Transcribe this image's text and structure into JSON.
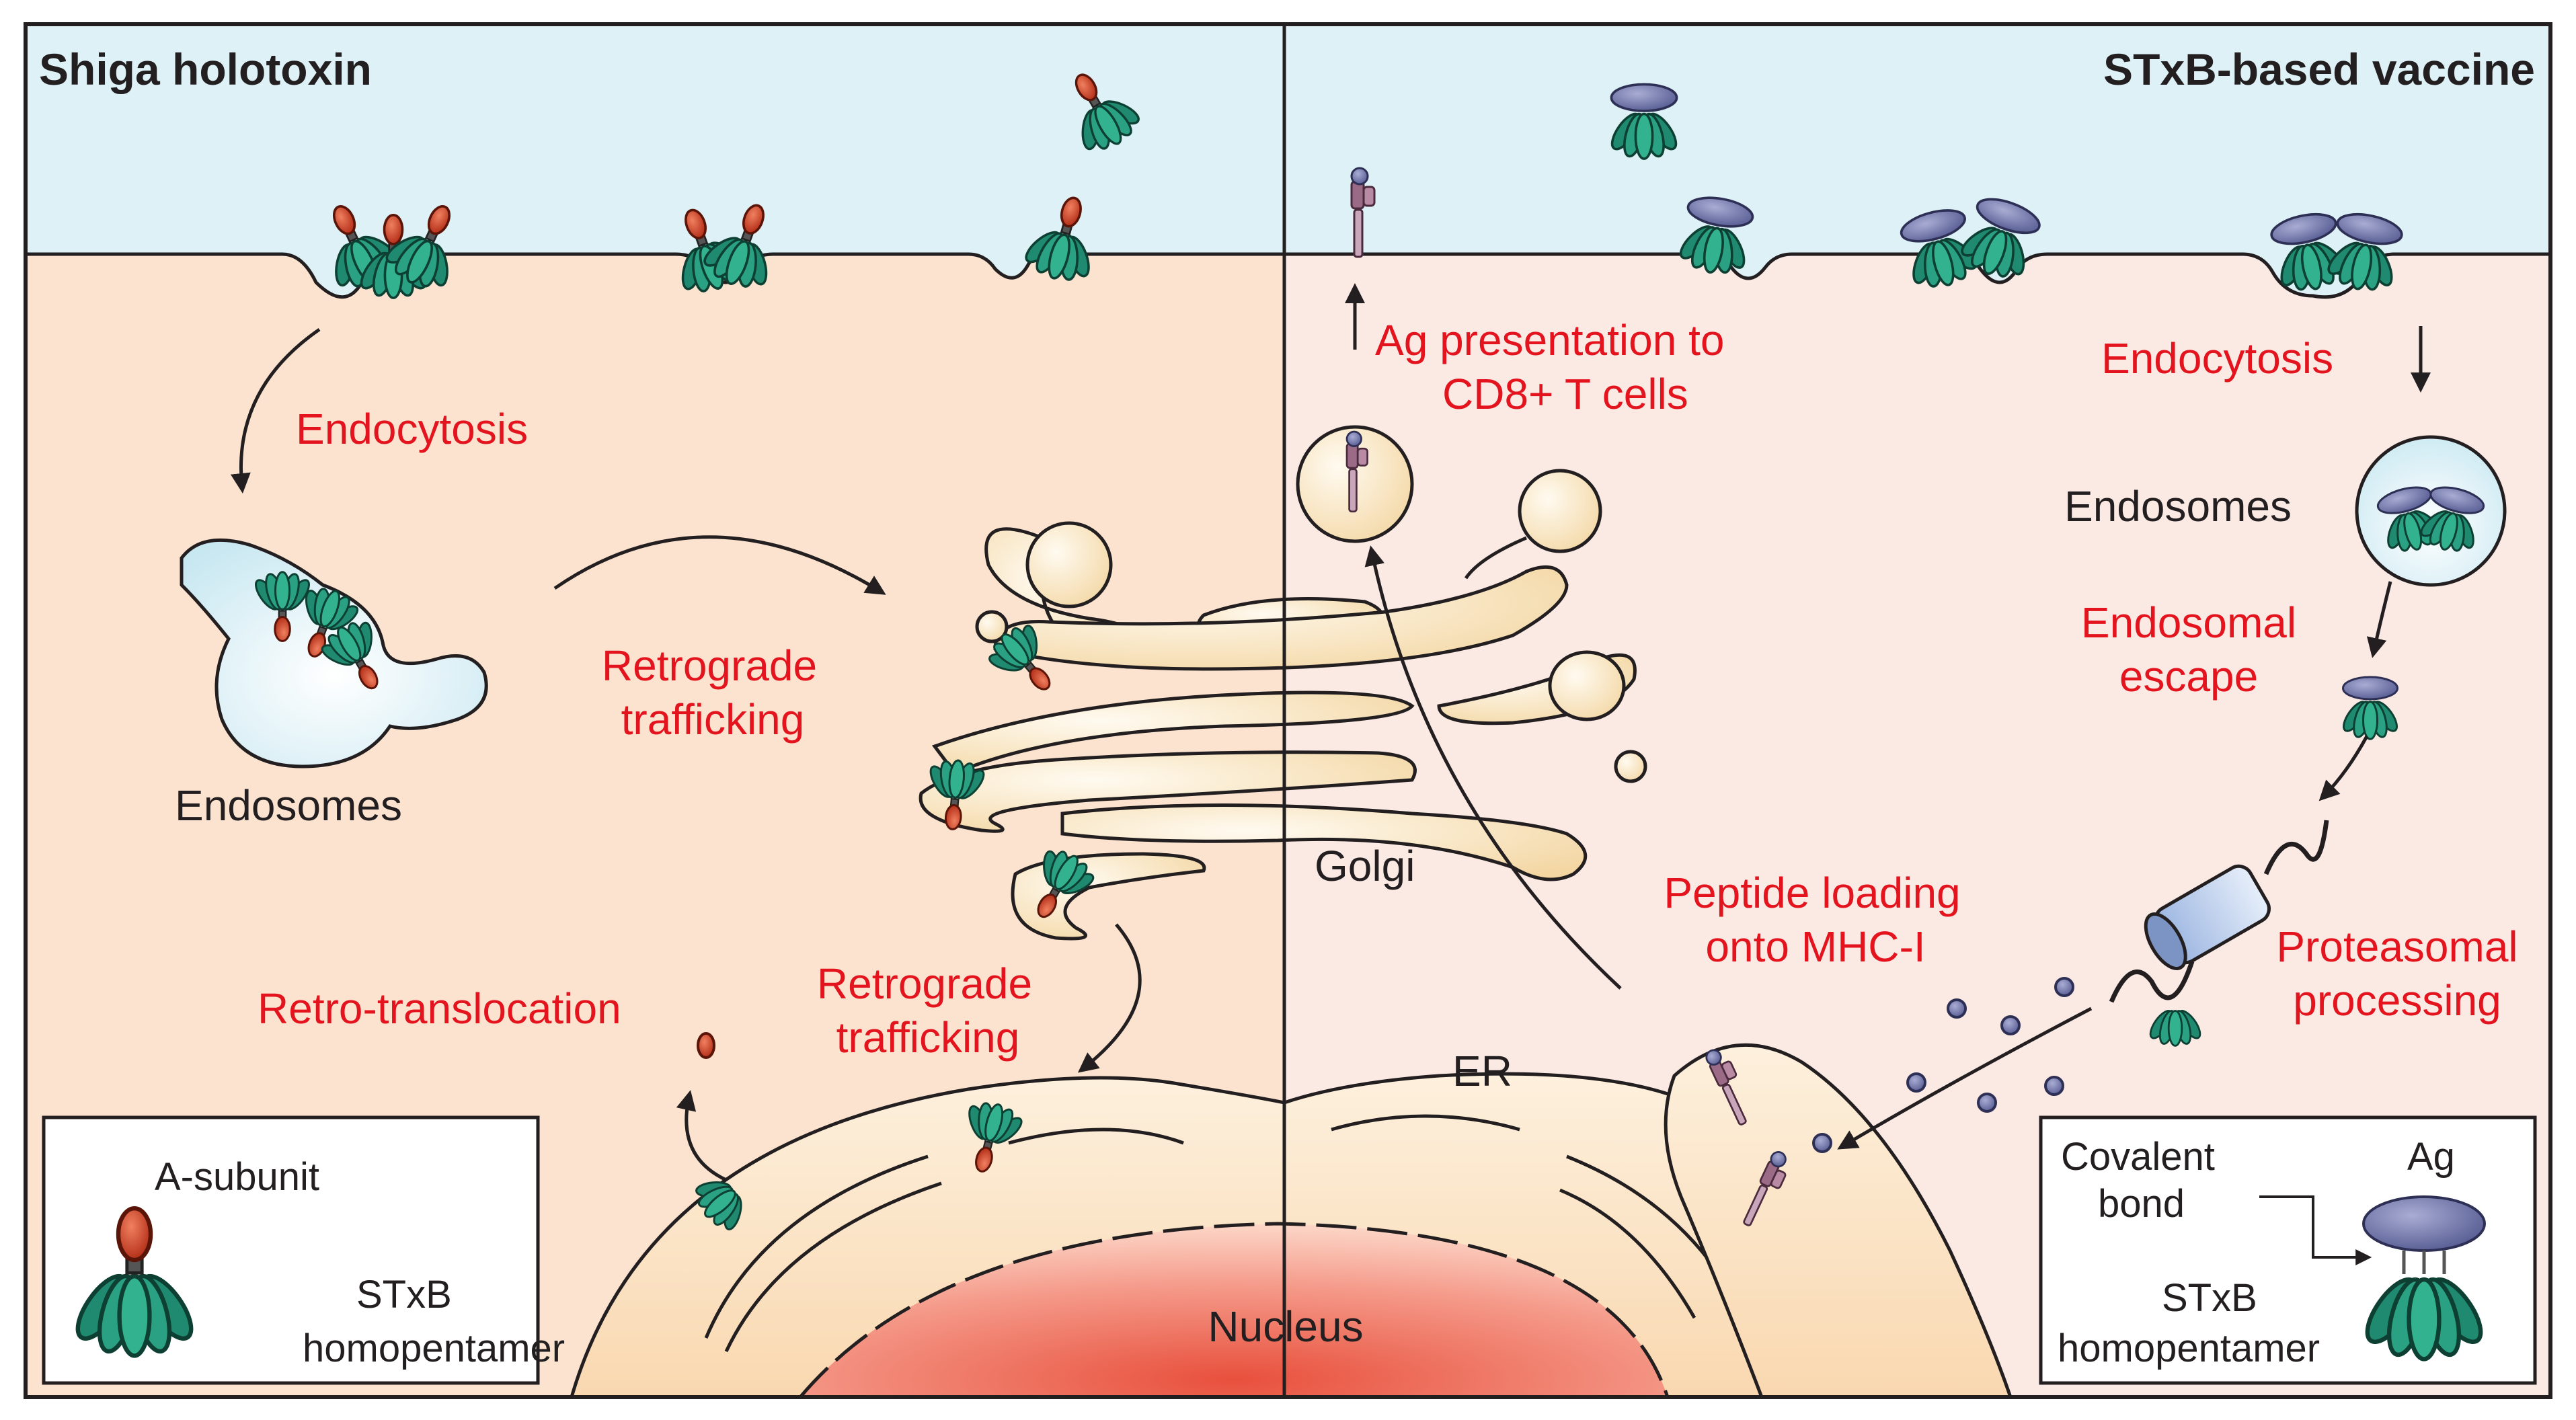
{
  "panels": {
    "left_title": "Shiga holotoxin",
    "right_title": "STxB-based vaccine"
  },
  "labels": {
    "endocytosis_left": "Endocytosis",
    "endosomes_left": "Endosomes",
    "retrograde_1_l1": "Retrograde",
    "retrograde_1_l2": "trafficking",
    "retrograde_2_l1": "Retrograde",
    "retrograde_2_l2": "trafficking",
    "retro_translocation": "Retro-translocation",
    "golgi": "Golgi",
    "er": "ER",
    "nucleus": "Nucleus",
    "ag_presentation_l1": "Ag presentation to",
    "ag_presentation_l2": "CD8+ T cells",
    "endocytosis_right": "Endocytosis",
    "endosomes_right": "Endosomes",
    "endosomal_escape_l1": "Endosomal",
    "endosomal_escape_l2": "escape",
    "peptide_loading_l1": "Peptide loading",
    "peptide_loading_l2": "onto MHC-I",
    "proteasomal_l1": "Proteasomal",
    "proteasomal_l2": "processing"
  },
  "legend_left": {
    "a_subunit": "A-subunit",
    "stxb_l1": "STxB",
    "stxb_l2": "homopentamer"
  },
  "legend_right": {
    "covalent_l1": "Covalent",
    "covalent_l2": "bond",
    "ag": "Ag",
    "stxb_l1": "STxB",
    "stxb_l2": "homopentamer"
  },
  "colors": {
    "cytoplasm_left": "#fbe3cf",
    "cytoplasm_right": "#fbe9e4",
    "extracellular": "#ddf1f6",
    "golgi": "#f7dfb3",
    "nucleus": "#f59a8a",
    "stxb": "#1f8a70",
    "a_subunit": "#c8391f",
    "antigen": "#6d72a8",
    "mhc": "#8c5a78",
    "label_red": "#e4141e"
  }
}
